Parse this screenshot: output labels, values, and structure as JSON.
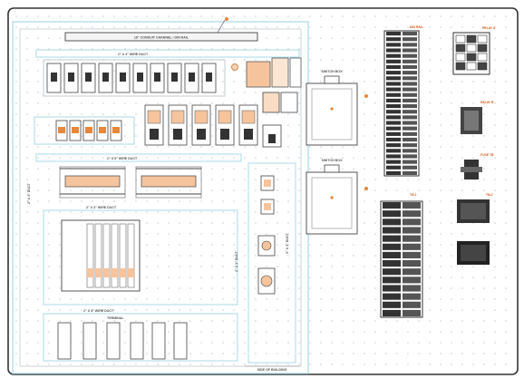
{
  "drawing": {
    "title_bar": "18\" CONDUIT CHANNEL / DIN RAIL",
    "bottom_label": "SIDE OF BUILDING",
    "side_label": "2\" X 3\" DUCT",
    "side_label_right": "3\" X 3\" DUCT",
    "duct_labels": {
      "top": "2\" X 3\" WIRE DUCT",
      "middle": "2\" X 3\" WIRE DUCT",
      "left_mid": "2\" X 3\" WIRE DUCT",
      "lower": "2\" X 3\" WIRE DUCT",
      "bottom": "2\" X 3\" WIRE DUCT",
      "vertical": "2\" X 3\" DUCT"
    },
    "box_labels": {
      "upper": "SWITCH BOX",
      "lower": "SWITCH BOX"
    },
    "small_label": "TERMINAL",
    "callouts": [
      "DIN RAIL",
      "RELAY A",
      "RELAY B",
      "FUSE TB",
      "TB-1",
      "TB-2"
    ],
    "colors": {
      "line": "#9aa3a8",
      "duct": "#a9d8e8",
      "accent": "#e8873a",
      "dark": "#333333",
      "grid": "#c9ced2"
    }
  }
}
